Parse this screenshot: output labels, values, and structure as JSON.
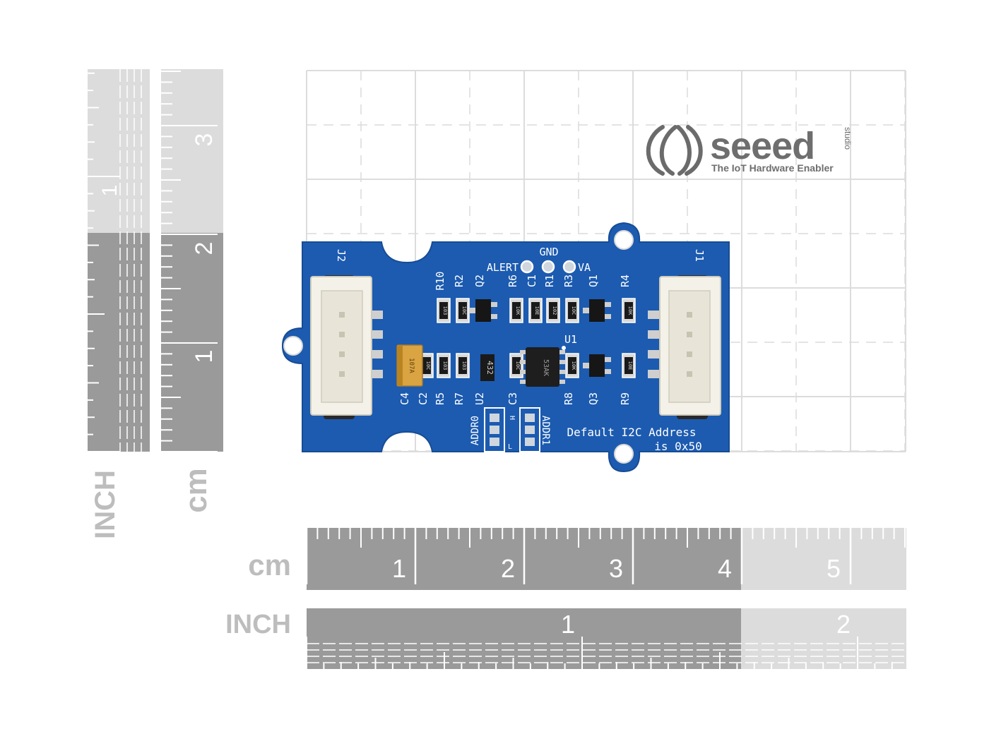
{
  "logo": {
    "name": "seeed",
    "small": "studio",
    "tagline": "The IoT Hardware Enabler"
  },
  "rulers": {
    "cm_label": "cm",
    "inch_label": "INCH",
    "bottom_cm_numbers": [
      "1",
      "2",
      "3",
      "4",
      "5"
    ],
    "bottom_inch_numbers": [
      "1",
      "2"
    ],
    "left_cm_numbers": [
      "1",
      "2",
      "3"
    ],
    "left_inch_numbers": [
      "1"
    ]
  },
  "board": {
    "top_pins": {
      "gnd": "GND",
      "alert": "ALERT",
      "va": "VA"
    },
    "connectors": {
      "left": "J2",
      "right": "J1"
    },
    "top_row_labels": [
      "R10",
      "R2",
      "Q2",
      "R6",
      "C1",
      "R1",
      "R3",
      "Q1",
      "R4"
    ],
    "bottom_row_labels": [
      "C4",
      "C2",
      "R5",
      "R7",
      "U2",
      "C3",
      "R8",
      "Q3",
      "R9"
    ],
    "chip_label": "U1",
    "addr0": "ADDR0",
    "addr1": "ADDR1",
    "jumper_h": "H",
    "jumper_l": "L",
    "note_line1": "Default I2C Address",
    "note_line2": "is 0x50",
    "smd_codes": [
      "103",
      "10C",
      "10K",
      "10E",
      "102",
      "10C",
      "10K",
      "10C",
      "103"
    ],
    "cap_code": "107A",
    "u2_code": "432",
    "u1_code": "53AK"
  }
}
